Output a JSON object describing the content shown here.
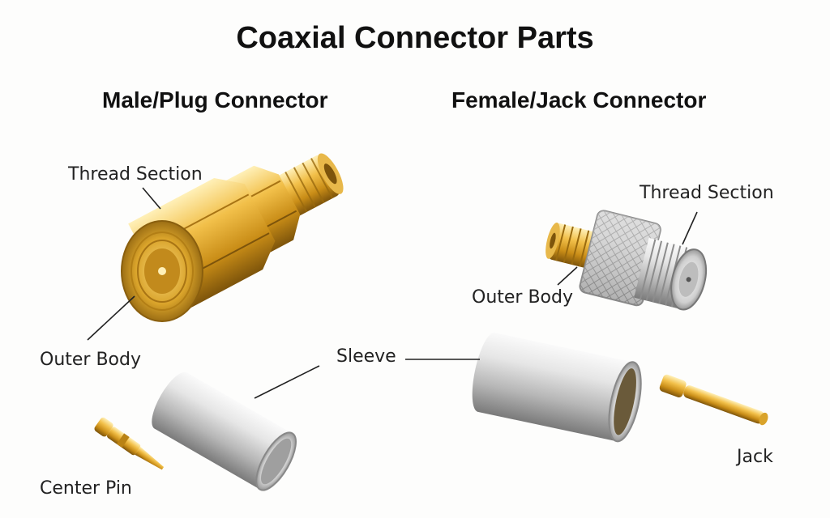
{
  "title": "Coaxial Connector Parts",
  "male": {
    "heading": "Male/Plug Connector",
    "thread_label": "Thread Section",
    "outer_body_label": "Outer Body",
    "center_pin_label": "Center Pin"
  },
  "female": {
    "heading": "Female/Jack Connector",
    "thread_label": "Thread Section",
    "outer_body_label": "Outer Body",
    "jack_label": "Jack"
  },
  "shared": {
    "sleeve_label": "Sleeve"
  },
  "colors": {
    "gold_light": "#f6d37a",
    "gold_mid": "#d9a32a",
    "gold_dark": "#8a5f0e",
    "silver_light": "#f4f4f4",
    "silver_mid": "#c9c9c9",
    "silver_dark": "#7b7b7b",
    "leader_line": "#222222"
  }
}
